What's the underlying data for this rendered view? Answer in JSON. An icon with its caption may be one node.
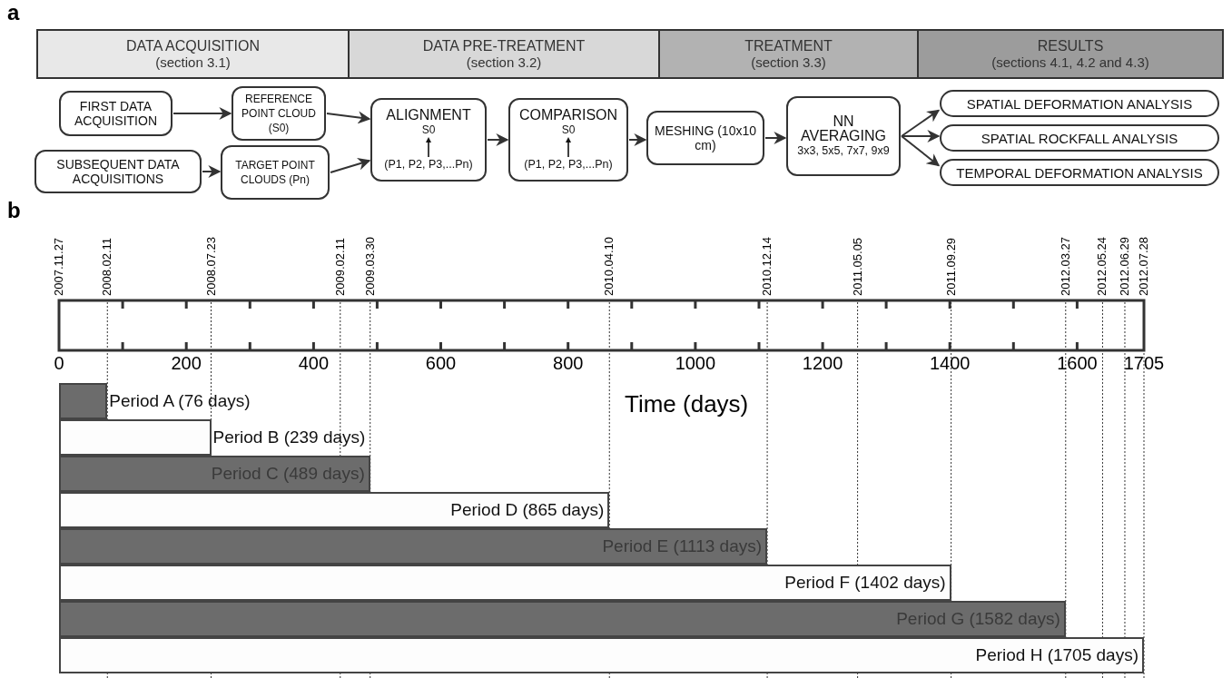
{
  "diagram": {
    "nodes": [
      {
        "text": [
          "DATA ACQUISITION",
          "(section 3.1)"
        ]
      },
      {
        "text": [
          "DATA PRE-TREATMENT",
          "(section 3.2)"
        ]
      },
      {
        "text": [
          "TREATMENT",
          "(section 3.3)"
        ]
      },
      {
        "text": [
          "RESULTS",
          "(sections 4.1, 4.2 and 4.3)"
        ]
      },
      {
        "text": [
          "FIRST DATA ACQUISITION"
        ]
      },
      {
        "text": [
          "REFERENCE POINT CLOUD (S0)"
        ]
      },
      {
        "text": [
          "SUBSEQUENT DATA ACQUISITIONS"
        ]
      },
      {
        "text": [
          "TARGET POINT CLOUDS (Pn)"
        ]
      },
      {
        "text": [
          "ALIGNMENT",
          "S0",
          "(P1, P2, P3,...Pn)"
        ]
      },
      {
        "text": [
          "COMPARISON",
          "S0",
          "(P1, P2, P3,...Pn)"
        ]
      },
      {
        "text": [
          "MESHING (10x10 cm)"
        ]
      },
      {
        "text": [
          "NN AVERAGING",
          "3x3, 5x5, 7x7, 9x9"
        ]
      },
      {
        "text": [
          "SPATIAL DEFORMATION ANALYSIS"
        ]
      },
      {
        "text": [
          "SPATIAL ROCKFALL ANALYSIS"
        ]
      },
      {
        "text": [
          "TEMPORAL DEFORMATION ANALYSIS"
        ]
      },
      {
        "text": [
          "Period A (76 days)"
        ]
      },
      {
        "text": [
          "Period B (239 days)"
        ]
      },
      {
        "text": [
          "Period C (489 days)"
        ]
      },
      {
        "text": [
          "Period D (865 days)"
        ]
      },
      {
        "text": [
          "Period E (1113 days)"
        ]
      },
      {
        "text": [
          "Period F (1402 days)"
        ]
      },
      {
        "text": [
          "Period G (1582 days)"
        ]
      },
      {
        "text": [
          "Period H (1705 days)"
        ]
      }
    ],
    "edges": [
      {
        "from": 4,
        "to": 5,
        "arrow": "to"
      },
      {
        "from": 6,
        "to": 7,
        "arrow": "to"
      },
      {
        "from": 5,
        "to": 8,
        "arrow": "to"
      },
      {
        "from": 7,
        "to": 8,
        "arrow": "to"
      },
      {
        "from": 8,
        "to": 9,
        "arrow": "to"
      },
      {
        "from": 9,
        "to": 10,
        "arrow": "to"
      },
      {
        "from": 10,
        "to": 11,
        "arrow": "to"
      },
      {
        "from": 11,
        "to": 12,
        "arrow": "to"
      },
      {
        "from": 11,
        "to": 13,
        "arrow": "to"
      },
      {
        "from": 11,
        "to": 14,
        "arrow": "to"
      }
    ],
    "labels": [
      "a",
      "b",
      "2007.11.27",
      "2008.02.11",
      "2008.07.23",
      "2009.02.11",
      "2009.03.30",
      "2010.04.10",
      "2010.12.14",
      "2011.05.05",
      "2011.09.29",
      "2012.03.27",
      "2012.05.24",
      "2012.06.29",
      "2012.07.28",
      "0",
      "200",
      "400",
      "600",
      "800",
      "1000",
      "1200",
      "1400",
      "1600",
      "1705",
      "Time (days)"
    ]
  }
}
